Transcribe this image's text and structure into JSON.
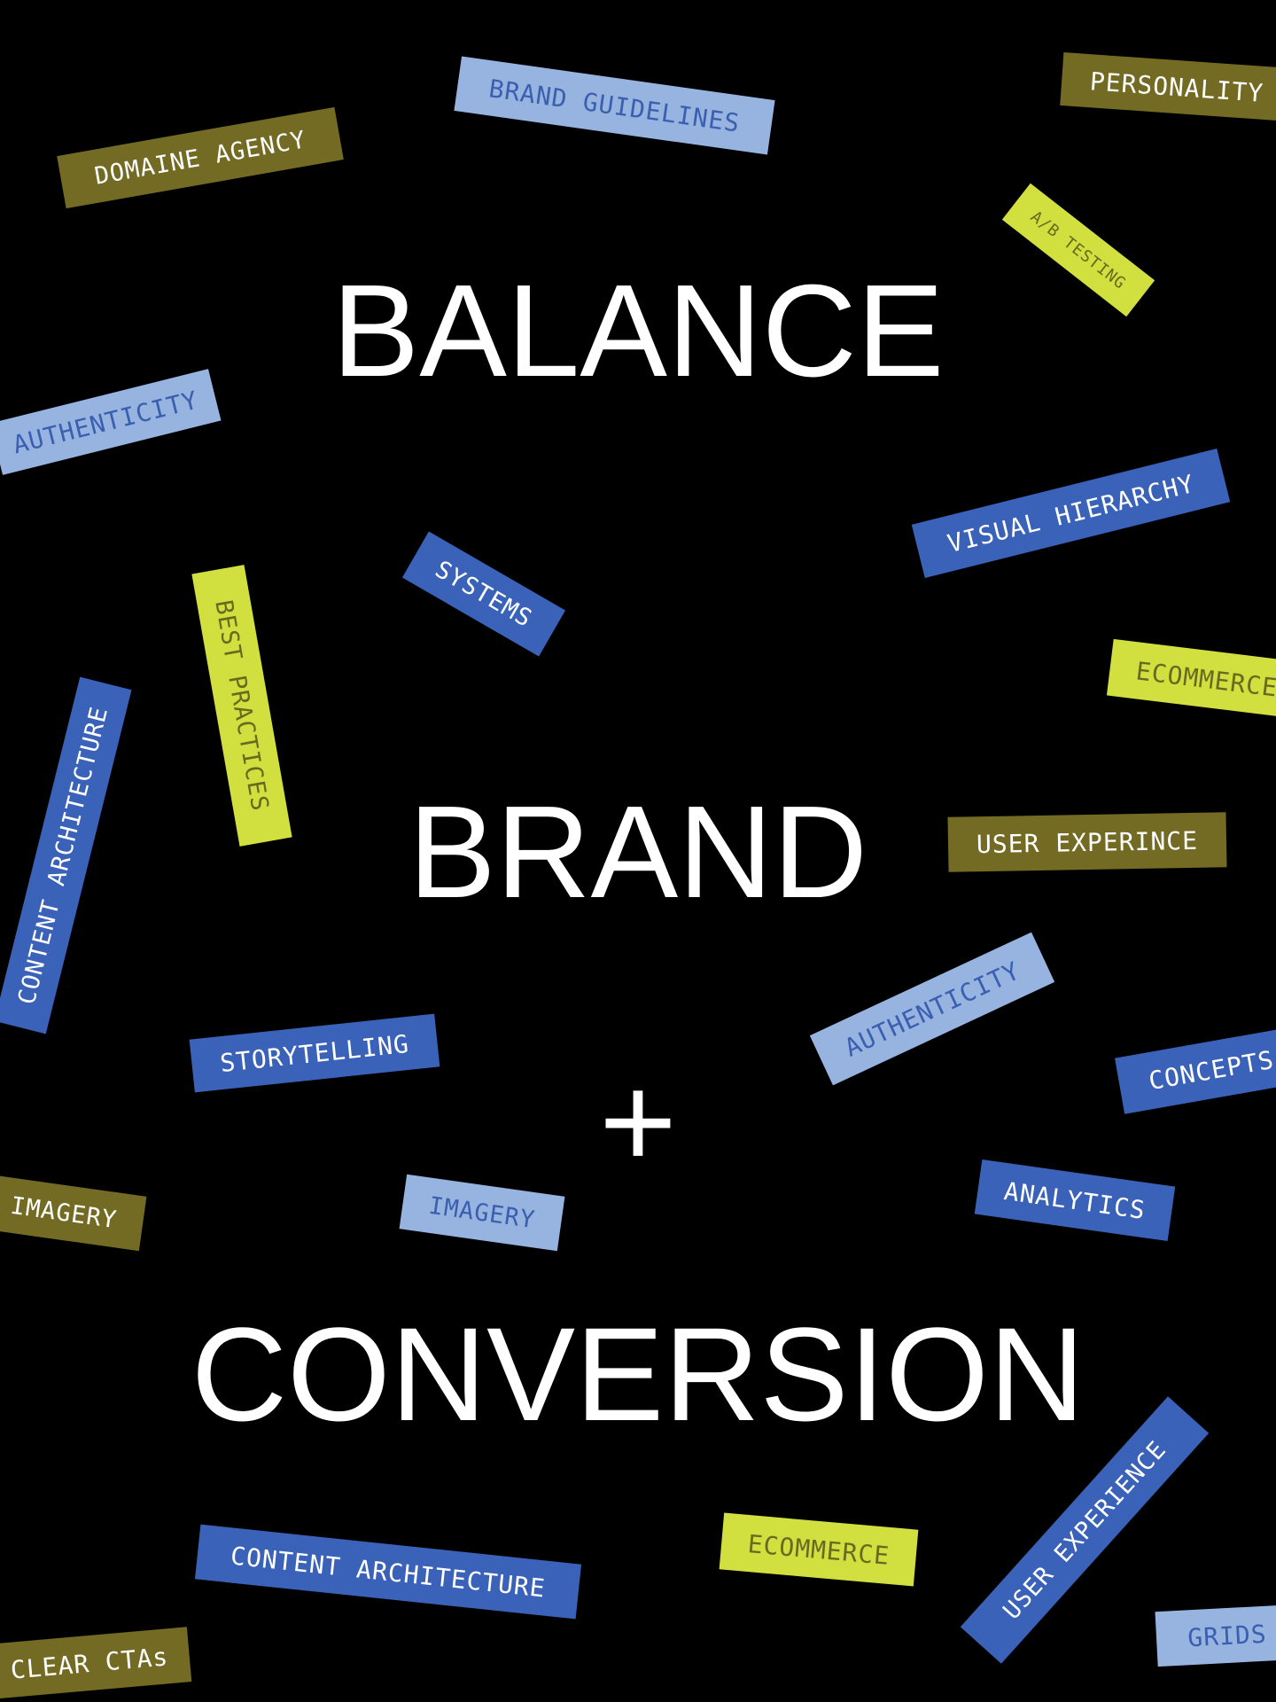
{
  "headline": {
    "line1": "BALANCE",
    "line2": "BRAND",
    "line3": "+",
    "line4": "CONVERSION"
  },
  "tags": {
    "domaine_agency": "DOMAINE AGENCY",
    "brand_guidelines": "BRAND GUIDELINES",
    "personality": "PERSONALITY",
    "ab_testing": "A/B TESTING",
    "authenticity_left": "AUTHENTICITY",
    "visual_hierarchy": "VISUAL HIERARCHY",
    "systems": "SYSTEMS",
    "best_practices": "BEST PRACTICES",
    "ecommerce_right": "ECOMMERCE",
    "content_architecture_vertical": "CONTENT ARCHITECTURE",
    "user_experince": "USER EXPERINCE",
    "storytelling": "STORYTELLING",
    "authenticity_mid": "AUTHENTICITY",
    "concepts": "CONCEPTS",
    "imagery_left": "IMAGERY",
    "imagery_mid": "IMAGERY",
    "analytics": "ANALYTICS",
    "content_architecture_bottom": "CONTENT ARCHITECTURE",
    "ecommerce_bottom": "ECOMMERCE",
    "user_experience": "USER EXPERIENCE",
    "clear_ctas": "CLEAR CTAs",
    "grids": "GRIDS"
  },
  "colors": {
    "background": "#000000",
    "headline": "#ffffff",
    "olive": "#736a23",
    "lime": "#d1df3f",
    "blue": "#3a62b8",
    "light_blue": "#97b3e0"
  }
}
